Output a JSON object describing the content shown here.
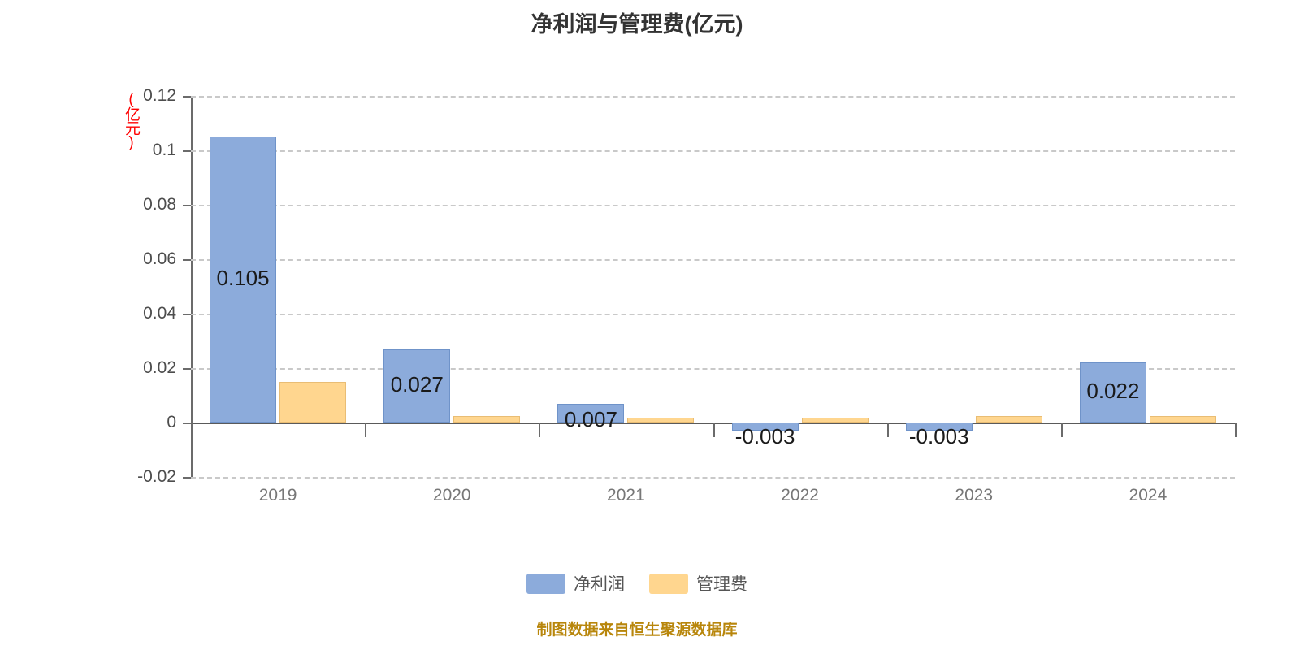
{
  "chart_data": {
    "type": "bar",
    "title": "净利润与管理费(亿元)",
    "xlabel": "",
    "ylabel": "(亿元)",
    "ylim": [
      -0.02,
      0.12
    ],
    "yticks": [
      "0.12",
      "0.1",
      "0.08",
      "0.06",
      "0.04",
      "0.02",
      "0",
      "-0.02"
    ],
    "ytick_values": [
      0.12,
      0.1,
      0.08,
      0.06,
      0.04,
      0.02,
      0,
      -0.02
    ],
    "grid": true,
    "legend_position": "bottom",
    "categories": [
      "2019",
      "2020",
      "2021",
      "2022",
      "2023",
      "2024"
    ],
    "series": [
      {
        "name": "净利润",
        "color": "#8cabdb",
        "values": [
          0.105,
          0.027,
          0.007,
          -0.003,
          -0.003,
          0.022
        ],
        "labels": [
          "0.105",
          "0.027",
          "0.007",
          "-0.003",
          "-0.003",
          "0.022"
        ]
      },
      {
        "name": "管理费",
        "color": "#ffd68f",
        "values": [
          0.015,
          0.0025,
          0.0018,
          0.0018,
          0.0025,
          0.0025
        ],
        "labels": [
          "",
          "",
          "",
          "",
          "",
          ""
        ]
      }
    ]
  },
  "header": {
    "title": "净利润与管理费(亿元)"
  },
  "axis": {
    "y_unit_label": "(亿元)",
    "y_tick_labels": [
      "0.12",
      "0.1",
      "0.08",
      "0.06",
      "0.04",
      "0.02",
      "0",
      "-0.02"
    ],
    "x_tick_labels": [
      "2019",
      "2020",
      "2021",
      "2022",
      "2023",
      "2024"
    ]
  },
  "bar_labels": {
    "net_2019": "0.105",
    "net_2020": "0.027",
    "net_2021": "0.007",
    "net_2022": "-0.003",
    "net_2023": "-0.003",
    "net_2024": "0.022"
  },
  "legend": {
    "items": [
      {
        "label": "净利润",
        "color": "#8cabdb"
      },
      {
        "label": "管理费",
        "color": "#ffd68f"
      }
    ]
  },
  "footer": {
    "note": "制图数据来自恒生聚源数据库"
  },
  "colors": {
    "net_profit": "#8cabdb",
    "admin_fee": "#ffd68f",
    "grid": "#c9c9c9",
    "axis": "#6b6b6b",
    "title": "#333333",
    "footer": "#b8860b",
    "unit": "#ff0000"
  }
}
